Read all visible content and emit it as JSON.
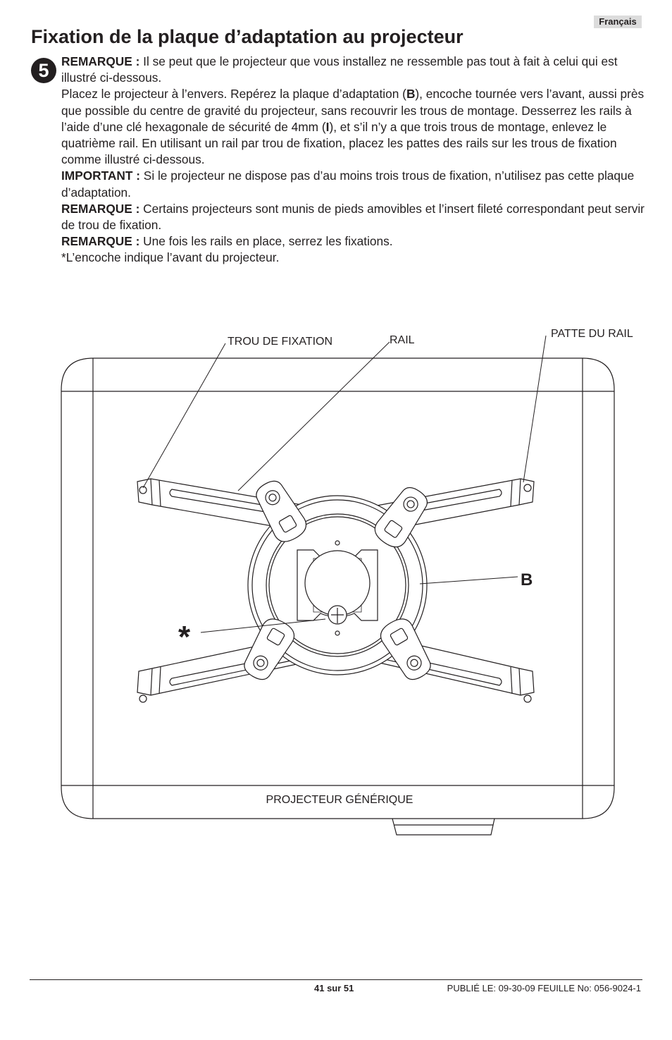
{
  "header": {
    "language": "Français"
  },
  "section": {
    "title": "Fixation de la plaque d’adaptation au projecteur",
    "step_number": "5"
  },
  "paragraphs": [
    {
      "label": "REMARQUE :",
      "text": " Il se peut que le projecteur que vous installez ne ressemble pas tout à fait à celui qui est illustré ci-dessous."
    },
    {
      "text_a": "Placez le projecteur à l’envers. Repérez la plaque d’adaptation (",
      "bold_b": "B",
      "text_b": "), encoche tournée vers l’avant, aussi près que possible du centre de gravité du projecteur, sans recouvrir les trous de montage. Desserrez les rails à l’aide d’une clé hexagonale de sécurité de 4mm (",
      "bold_c": "I",
      "text_c": "), et s’il n’y a que trois trous de montage, enlevez le quatrième rail.  En utilisant un rail par trou de fixation, placez les pattes des rails sur les trous de fixation comme illustré ci-dessous."
    },
    {
      "label": "IMPORTANT :",
      "text": " Si le projecteur ne dispose pas d’au moins trois trous de fixation, n’utilisez pas cette plaque d’adaptation."
    },
    {
      "label": "REMARQUE :",
      "text": " Certains projecteurs sont munis de pieds amovibles et l’insert fileté correspondant peut servir de trou de fixation."
    },
    {
      "label": "REMARQUE :",
      "text": " Une fois les rails en place, serrez les fixations."
    },
    {
      "text": "*L’encoche indique l’avant du projecteur."
    }
  ],
  "diagram": {
    "label_mounting_hole": "TROU DE FIXATION",
    "label_rail": "RAIL",
    "label_rail_tab": "PATTE DU RAIL",
    "label_plate": "B",
    "label_notch": "*",
    "label_projector": "PROJECTEUR GÉNÉRIQUE"
  },
  "footer": {
    "page": "41 sur 51",
    "publication": "PUBLIÉ LE: 09-30-09   FEUILLE No: 056-9024-1"
  }
}
